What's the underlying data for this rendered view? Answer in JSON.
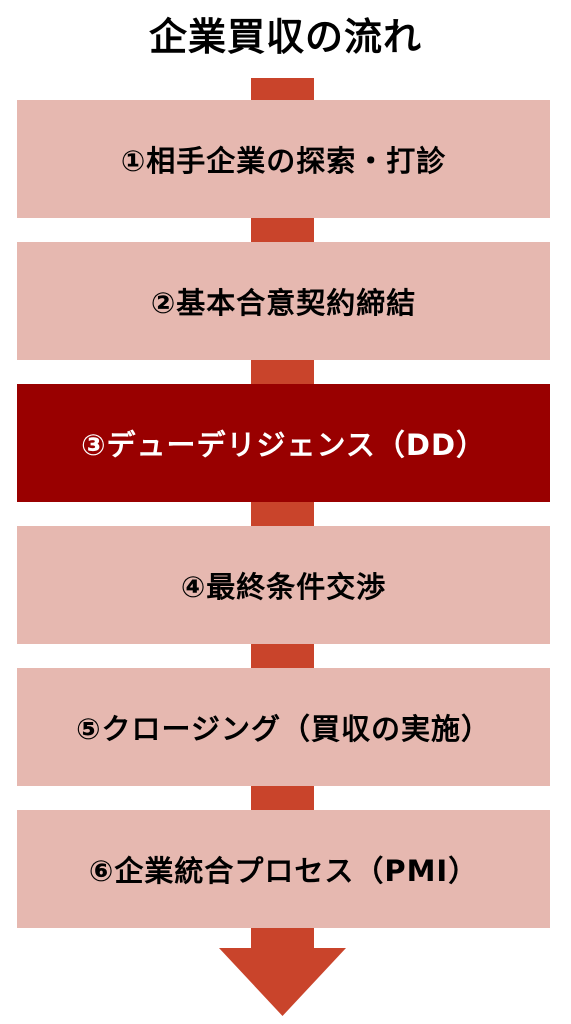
{
  "title": "企業買収の流れ",
  "steps": [
    {
      "label": "①相手企業の探索・打診",
      "active": false
    },
    {
      "label": "②基本合意契約締結",
      "active": false
    },
    {
      "label": "③デューデリジェンス（DD）",
      "active": true
    },
    {
      "label": "④最終条件交渉",
      "active": false
    },
    {
      "label": "⑤クロージング（買収の実施）",
      "active": false
    },
    {
      "label": "⑥企業統合プロセス（PMI）",
      "active": false
    }
  ],
  "colors": {
    "step_fill": "#e6b8b0",
    "active_fill": "#990000",
    "arrow": "#c9442b"
  }
}
